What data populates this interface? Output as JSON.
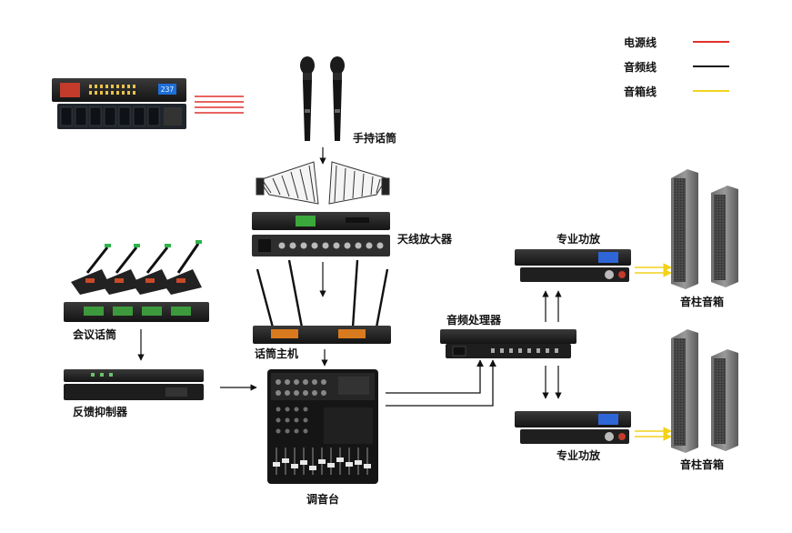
{
  "legend": {
    "power": {
      "label": "电源线",
      "color": "#e0312d"
    },
    "audio": {
      "label": "音频线",
      "color": "#111111"
    },
    "speaker": {
      "label": "音箱线",
      "color": "#f2d21a"
    }
  },
  "labels": {
    "handheld_mic": "手持话筒",
    "antenna_amp": "天线放大器",
    "conference_mic": "会议话筒",
    "mic_host": "话筒主机",
    "feedback_suppressor": "反馈抑制器",
    "mixer": "调音台",
    "audio_processor": "音频处理器",
    "amp_top": "专业功放",
    "amp_bottom": "专业功放",
    "column_speaker_top": "音柱音箱",
    "column_speaker_bottom": "音柱音箱"
  },
  "devices": {
    "power_sequencer_display": "237"
  }
}
